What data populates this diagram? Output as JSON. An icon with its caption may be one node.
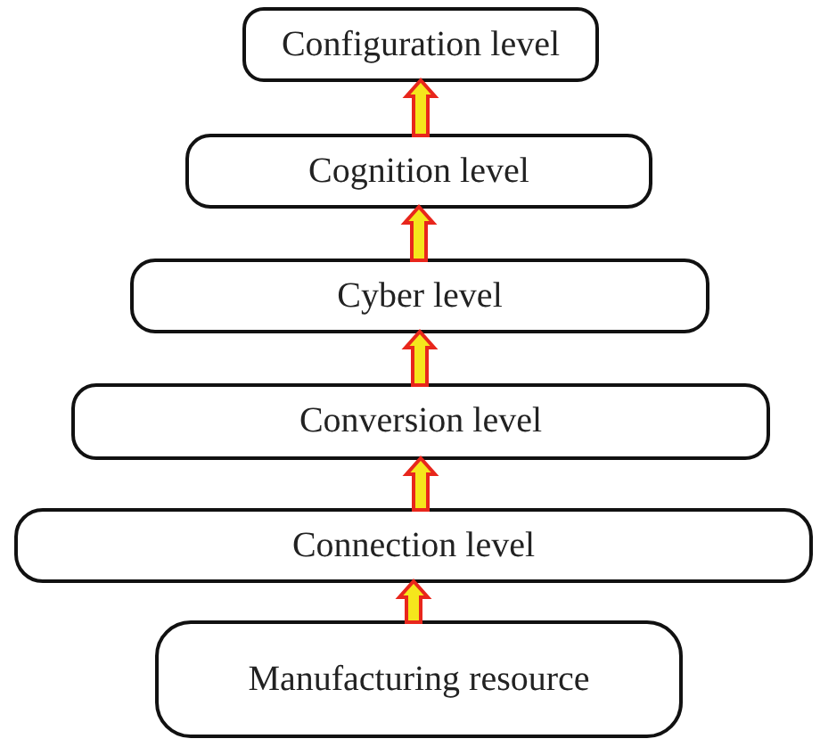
{
  "diagram": {
    "nodes": [
      {
        "text": [
          "Configuration level"
        ]
      },
      {
        "text": [
          "Cognition level"
        ]
      },
      {
        "text": [
          "Cyber level"
        ]
      },
      {
        "text": [
          "Conversion level"
        ]
      },
      {
        "text": [
          "Connection level"
        ]
      },
      {
        "text": [
          "Manufacturing resource"
        ]
      }
    ],
    "edges": [
      {
        "from": 5,
        "to": 4,
        "arrow": "to"
      },
      {
        "from": 4,
        "to": 3,
        "arrow": "to"
      },
      {
        "from": 3,
        "to": 2,
        "arrow": "to"
      },
      {
        "from": 2,
        "to": 1,
        "arrow": "to"
      },
      {
        "from": 1,
        "to": 0,
        "arrow": "to"
      }
    ]
  }
}
